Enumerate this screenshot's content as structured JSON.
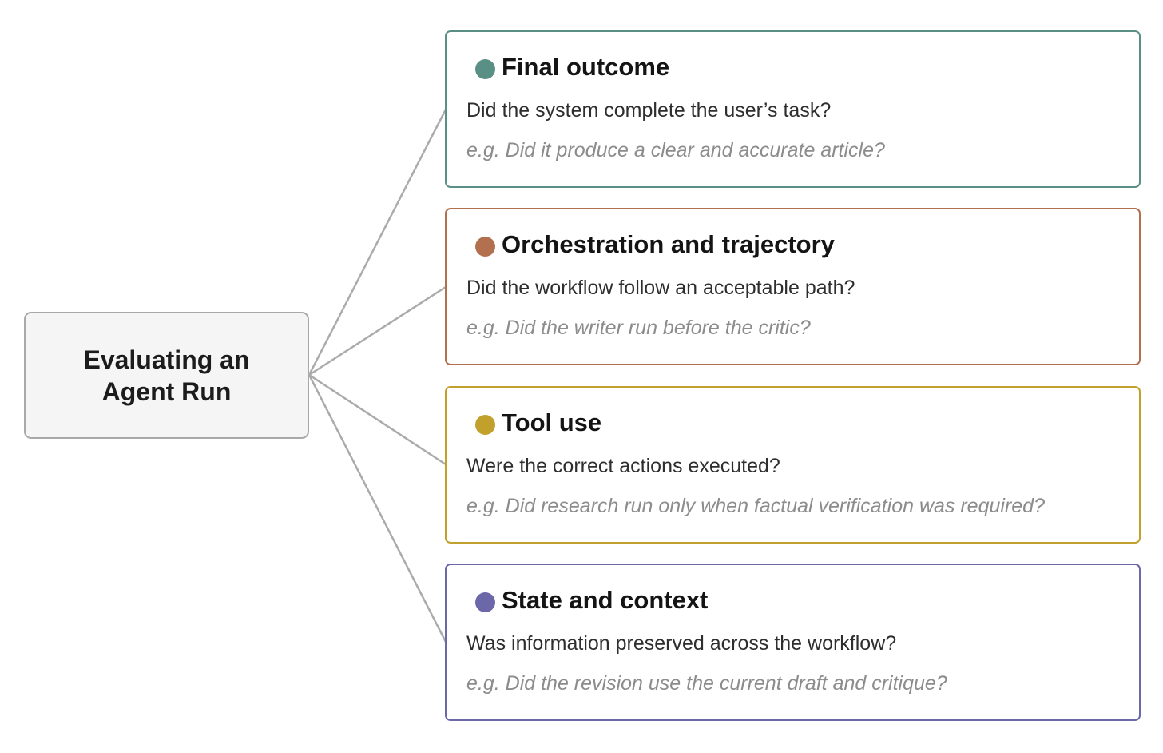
{
  "root": {
    "title": "Evaluating an Agent Run"
  },
  "connector_color": "#ababab",
  "branches": [
    {
      "title": "Final outcome",
      "question": "Did the system complete the user’s task?",
      "example": "e.g. Did it produce a clear and accurate article?",
      "color": "#5a8f85"
    },
    {
      "title": "Orchestration and trajectory",
      "question": "Did the workflow follow an acceptable path?",
      "example": "e.g. Did the writer run before the critic?",
      "color": "#b3704f"
    },
    {
      "title": "Tool use",
      "question": "Were the correct actions executed?",
      "example": "e.g. Did research run only when factual verification was required?",
      "color": "#c2a02c"
    },
    {
      "title": "State and context",
      "question": "Was information preserved across the workflow?",
      "example": "e.g. Did the revision use the current draft and critique?",
      "color": "#6c67a8"
    }
  ]
}
